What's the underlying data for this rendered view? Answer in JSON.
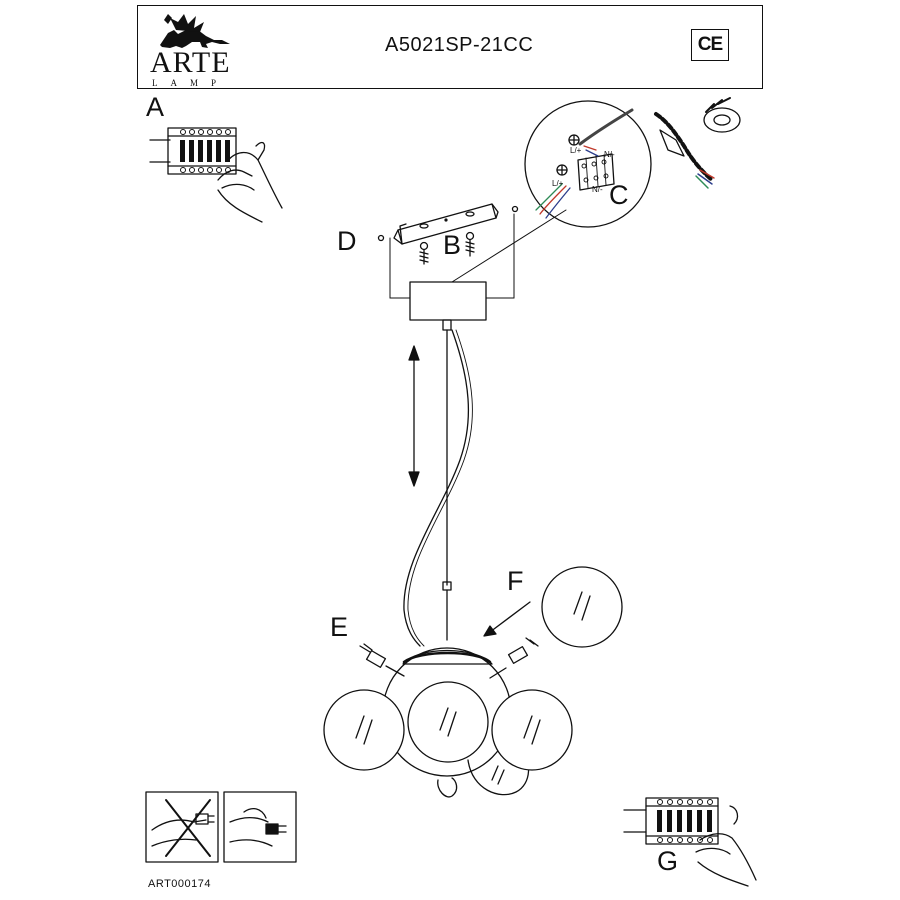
{
  "header": {
    "brand": "ARTE",
    "brand_sub": "LAMP",
    "model": "A5021SP-21CC",
    "mark": "CE"
  },
  "labels": {
    "a": "A",
    "b": "B",
    "c": "C",
    "d": "D",
    "e": "E",
    "f": "F",
    "g": "G"
  },
  "terminal": {
    "live": "L/+",
    "neutral": "N/-"
  },
  "footer": {
    "article": "ART000174"
  }
}
